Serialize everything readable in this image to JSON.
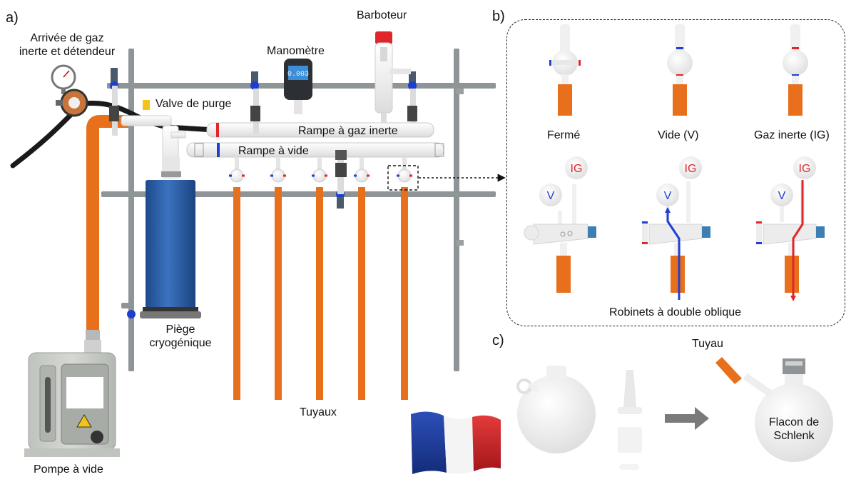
{
  "panels": {
    "a": "a)",
    "b": "b)",
    "c": "c)"
  },
  "labels": {
    "gas_inlet_line1": "Arrivée de gaz",
    "gas_inlet_line2": "inerte et détendeur",
    "manometer": "Manomètre",
    "bubbler": "Barboteur",
    "purge_valve": "Valve de purge",
    "inert_gas_manifold": "Rampe à gaz inerte",
    "vacuum_manifold": "Rampe à vide",
    "cold_trap_line1": "Piège",
    "cold_trap_line2": "cryogénique",
    "hoses": "Tuyaux",
    "vacuum_pump": "Pompe à vide",
    "manometer_readout": "0.003"
  },
  "panel_b": {
    "closed": "Fermé",
    "vacuum": "Vide (V)",
    "inert_gas": "Gaz inerte (IG)",
    "badge_v": "V",
    "badge_ig": "IG",
    "caption": "Robinets à double oblique"
  },
  "panel_c": {
    "hose": "Tuyau",
    "flask_line1": "Flacon de",
    "flask_line2": "Schlenk"
  },
  "colors": {
    "orange_hose": "#e8701d",
    "vacuum_blue": "#1f3fd0",
    "inert_red": "#e0262b",
    "trap_blue": "#2a5ea8",
    "frame_gray": "#8f9496",
    "glass": "#f1f1f1"
  }
}
